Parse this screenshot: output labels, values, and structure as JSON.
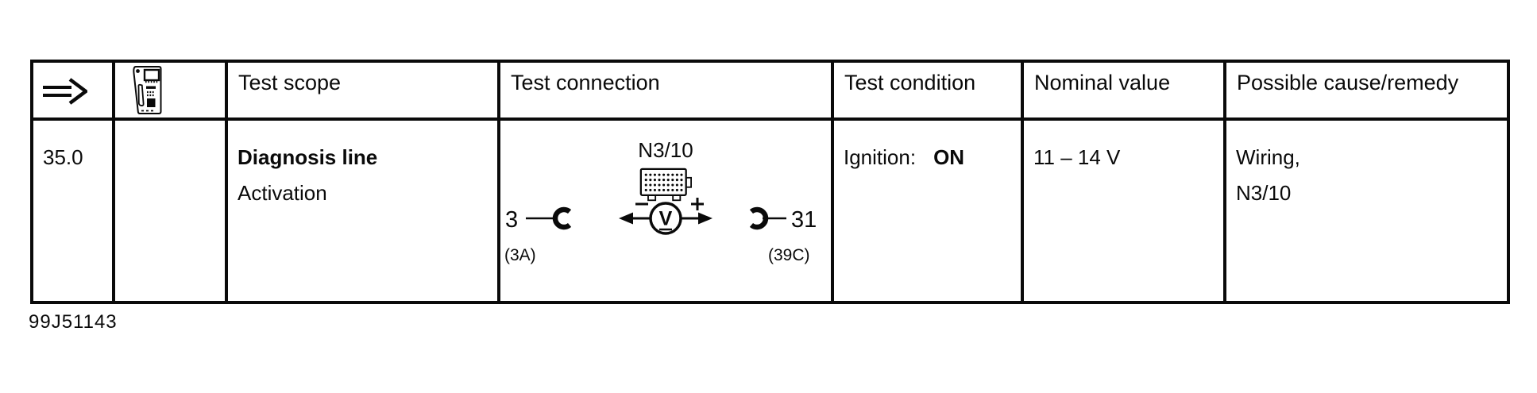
{
  "document": {
    "footer_code": "99J51143"
  },
  "table": {
    "header": {
      "arrow_icon": "double-right-arrow",
      "tester_icon": "hand-held-tester",
      "columns": [
        "Test scope",
        "Test connection",
        "Test condition",
        "Nominal value",
        "Possible cause/remedy"
      ]
    },
    "row": {
      "step": "35.0",
      "test_scope": {
        "title": "Diagnosis line",
        "subtitle": "Activation"
      },
      "test_connection": {
        "component_label": "N3/10",
        "left_terminal": "3",
        "left_socket_label": "(3A)",
        "right_terminal": "31",
        "right_socket_label": "(39C)",
        "meter_letter": "V",
        "polarity_left": "−",
        "polarity_right": "+"
      },
      "test_condition": {
        "label": "Ignition:",
        "value": "ON"
      },
      "nominal_value": "11 – 14 V",
      "possible_cause_lines": [
        "Wiring,",
        "N3/10"
      ]
    }
  }
}
